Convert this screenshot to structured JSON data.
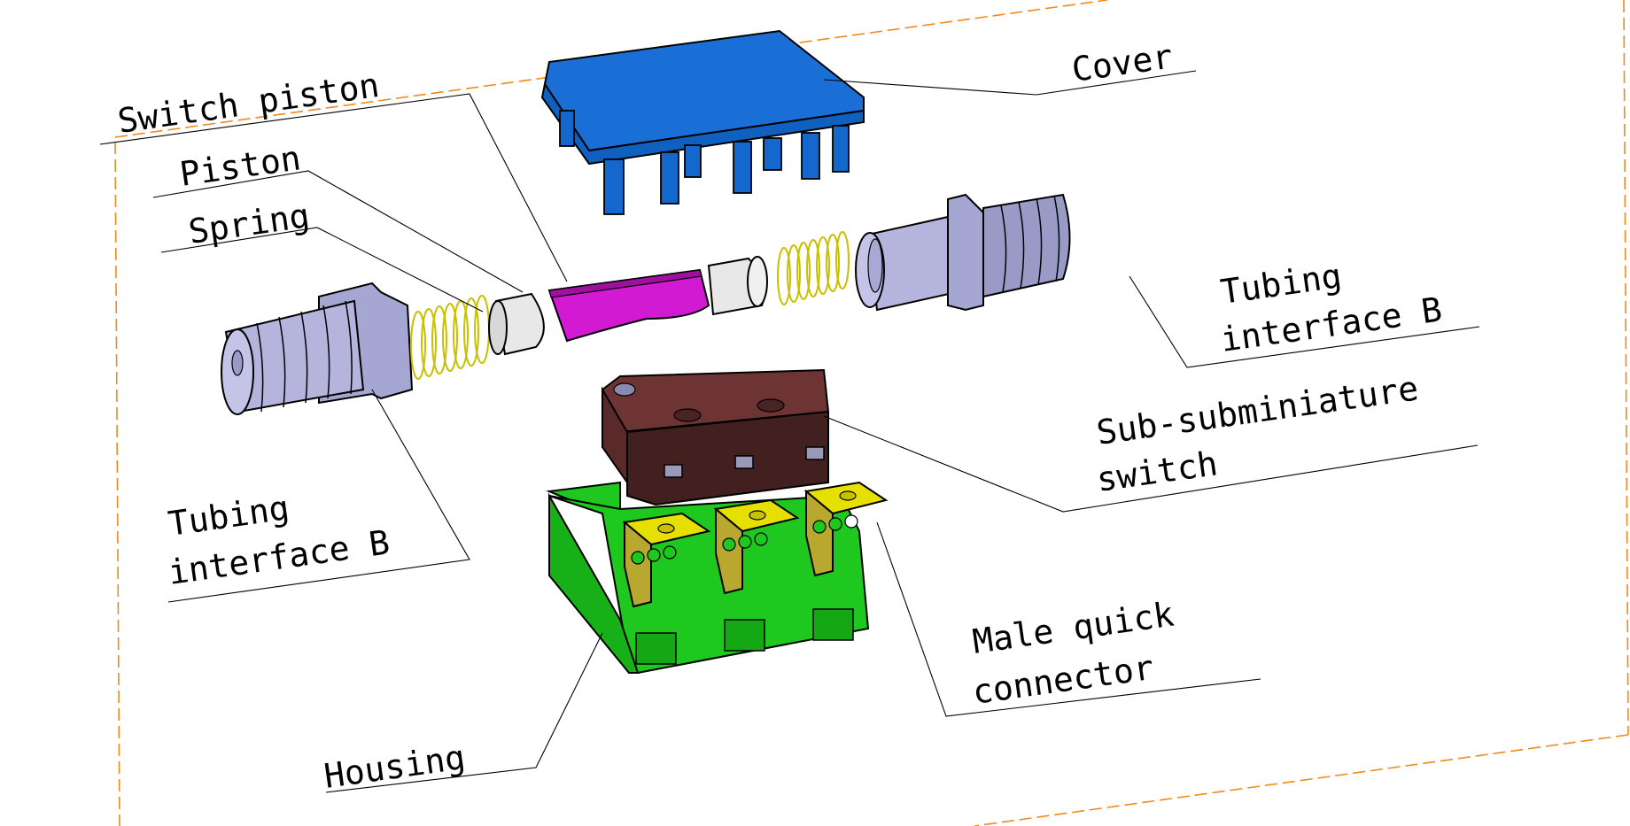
{
  "title": "Exploded assembly view of pressure switch",
  "colors": {
    "cover": "#1a6fd6",
    "tubing_interface": "#b4b4dc",
    "spring": "#e6e03c",
    "piston": "#e8e8e8",
    "switch_piston": "#d21ad2",
    "sub_subminiature_switch": "#6e3434",
    "male_quick_connector": "#e6e000",
    "housing": "#1ec81e",
    "frame_line": "#f08a1c"
  },
  "labels": {
    "cover": "Cover",
    "switch_piston": "Switch piston",
    "piston": "Piston",
    "spring": "Spring",
    "tubing_right_line1": "Tubing",
    "tubing_right_line2": "interface B",
    "tubing_left_line1": "Tubing",
    "tubing_left_line2": "interface B",
    "switch_line1": "Sub-subminiature",
    "switch_line2": "switch",
    "connector_line1": "Male quick",
    "connector_line2": "connector",
    "housing": "Housing"
  }
}
